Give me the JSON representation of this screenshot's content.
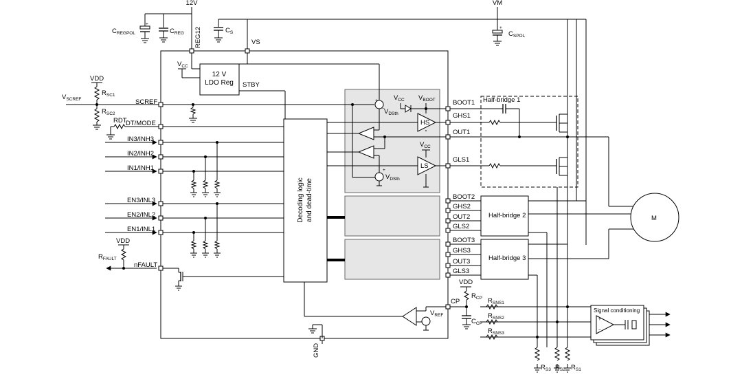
{
  "rails": {
    "v12": "12V",
    "vm": "VM",
    "vdd_top": "VDD",
    "vdd_fault": "VDD",
    "vdd_cp": "VDD",
    "vcc_ldo": "V",
    "vcc_ldo_sub": "CC",
    "vcc_hs": "V",
    "vcc_hs_sub": "CC",
    "vcc_ls": "V",
    "vcc_ls_sub": "CC",
    "vboot": "V",
    "vboot_sub": "BOOT",
    "vdsth_hs": "V",
    "vdsth_hs_sub": "DSth",
    "vdsth_ls": "V",
    "vdsth_ls_sub": "DSth",
    "vref": "V",
    "vref_sub": "REF",
    "vscref": "V",
    "vscref_sub": "SCREF"
  },
  "components": {
    "c_regpol": "C",
    "c_regpol_sub": "REGPOL",
    "c_reg": "C",
    "c_reg_sub": "REG",
    "c_s": "C",
    "c_s_sub": "S",
    "c_spol": "C",
    "c_spol_sub": "SPOL",
    "r_sc1": "R",
    "r_sc1_sub": "SC1",
    "r_sc2": "R",
    "r_sc2_sub": "SC2",
    "r_fault": "R",
    "r_fault_sub": "FAULT",
    "rdt": "RDT",
    "r_cp": "R",
    "r_cp_sub": "CP",
    "c_cp": "C",
    "c_cp_sub": "CP",
    "r_sns1": "R",
    "r_sns1_sub": "SNS1",
    "r_sns2": "R",
    "r_sns2_sub": "SNS2",
    "r_sns3": "R",
    "r_sns3_sub": "SNS3",
    "r_s1": "R",
    "r_s1_sub": "S1",
    "r_s2": "R",
    "r_s2_sub": "S2",
    "r_s3": "R",
    "r_s3_sub": "S3"
  },
  "pins": {
    "reg12": "REG12",
    "vs": "VS",
    "scref": "SCREF",
    "dt_mode": "DT/MODE",
    "in3": "IN3/INH3",
    "in2": "IN2/INH2",
    "in1": "IN1/INH1",
    "en3": "EN3/INL3",
    "en2": "EN2/INL2",
    "en1": "EN1/INL1",
    "nfault": "nFAULT",
    "gnd": "GND",
    "cp": "CP",
    "boot1": "BOOT1",
    "ghs1": "GHS1",
    "out1": "OUT1",
    "gls1": "GLS1",
    "boot2": "BOOT2",
    "ghs2": "GHS2",
    "out2": "OUT2",
    "gls2": "GLS2",
    "boot3": "BOOT3",
    "ghs3": "GHS3",
    "out3": "OUT3",
    "gls3": "GLS3"
  },
  "blocks": {
    "ldo_line1": "12 V",
    "ldo_line2": "LDO Reg",
    "stby": "STBY",
    "decoding_line1": "Decoding logic",
    "decoding_line2": "and dead-time",
    "hs": "HS",
    "ls": "LS",
    "half_bridge_1": "Half-bridge 1",
    "half_bridge_2": "Half-bridge 2",
    "half_bridge_3": "Half-bridge 3",
    "motor": "M",
    "signal_conditioning": "Signal conditioning",
    "plus": "+",
    "minus": "−"
  }
}
